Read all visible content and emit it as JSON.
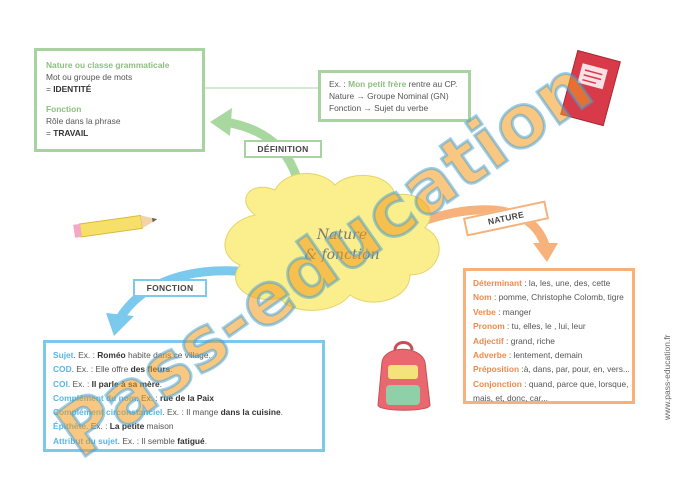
{
  "center": {
    "line1": "Nature",
    "line2": "& fonction"
  },
  "definition_tag": "DÉFINITION",
  "fonction_tag": "FONCTION",
  "nature_tag": "NATURE",
  "def_box": {
    "nature_title": "Nature ou classe grammaticale",
    "nature_line": "Mot ou groupe de mots",
    "nature_eq": "= ",
    "nature_value": "IDENTITÉ",
    "fonction_title": "Fonction",
    "fonction_line": "Rôle dans la phrase",
    "fonction_eq": "= ",
    "fonction_value": "TRAVAIL"
  },
  "example_box": {
    "prefix": "Ex. : ",
    "highlight": "Mon petit frère",
    "rest": " rentre au CP.",
    "line2": "Nature → Groupe Nominal (GN)",
    "line3": "Fonction → Sujet du verbe"
  },
  "nature_items": [
    {
      "label": "Déterminant",
      "text": " : la, les, une, des, cette"
    },
    {
      "label": "Nom",
      "text": " : pomme, Christophe Colomb, tigre"
    },
    {
      "label": "Verbe",
      "text": " : manger"
    },
    {
      "label": "Pronom",
      "text": " : tu, elles, le , lui, leur"
    },
    {
      "label": "Adjectif",
      "text": " : grand, riche"
    },
    {
      "label": "Adverbe",
      "text": " : lentement, demain"
    },
    {
      "label": "Préposition",
      "text": " :à, dans, par, pour, en, vers..."
    },
    {
      "label": "Conjonction",
      "text": " : quand, parce que, lorsque,",
      "text2": "mais, et, donc, car..."
    }
  ],
  "fonction_items": [
    {
      "label": "Sujet",
      "pre": ". Ex. : ",
      "bold": "Roméo",
      "post": " habite dans ce village."
    },
    {
      "label": "COD",
      "pre": ". Ex. : Elle offre ",
      "bold": "des fleurs",
      "post": "."
    },
    {
      "label": "COI",
      "pre": ". Ex. : ",
      "bold": "Il parle à sa mère",
      "post": "."
    },
    {
      "label": "Complément du nom",
      "pre": ". Ex. : ",
      "bold": "rue de la Paix",
      "post": ""
    },
    {
      "label": "Complément circonstanciel",
      "pre": ". Ex. : Il mange ",
      "bold": "dans la cuisine",
      "post": "."
    },
    {
      "label": "Épithète",
      "pre": ". Ex. : ",
      "bold": "La petite",
      "post": " maison"
    },
    {
      "label": "Attribut du sujet",
      "pre": ". Ex. : Il semble ",
      "bold": "fatigué",
      "post": "."
    }
  ],
  "watermark": "Pass-education",
  "side_url": "www.pass-education.fr",
  "colors": {
    "green": "#8cc07e",
    "orange": "#ef8a4c",
    "blue": "#58b6e6",
    "cloud": "#fbee8c"
  }
}
